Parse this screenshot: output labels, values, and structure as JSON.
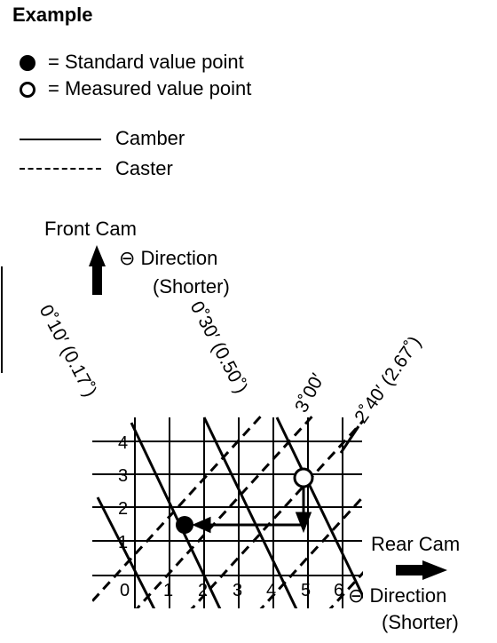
{
  "title": "Example",
  "legend": {
    "standard": "= Standard value point",
    "measured": "= Measured value point",
    "camber": "Camber",
    "caster": "Caster"
  },
  "front_cam": {
    "label": "Front Cam",
    "direction": "⊖ Direction",
    "shorter": "(Shorter)"
  },
  "rear_cam": {
    "label": "Rear Cam",
    "direction": "⊖ Direction",
    "shorter": "(Shorter)"
  },
  "diagonal_labels": {
    "a": "0˚10′ (0.17˚)",
    "b": "0˚30′ (0.50˚)",
    "c": "3˚00′",
    "d": "2˚40′ (2.67˚)"
  },
  "x_ticks": [
    "0",
    "1",
    "2",
    "3",
    "4",
    "5",
    "6"
  ],
  "y_ticks": [
    "1",
    "2",
    "3",
    "4"
  ]
}
